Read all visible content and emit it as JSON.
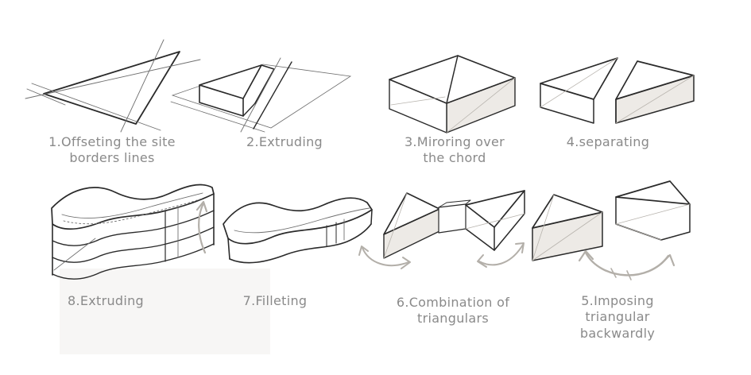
{
  "diagram": {
    "steps": [
      {
        "id": "1",
        "label": "1.Offseting the site\nborders lines",
        "sketch": "triangle-with-offset-border-lines"
      },
      {
        "id": "2",
        "label": "2.Extruding",
        "sketch": "extruded-triangle-on-ground-plane"
      },
      {
        "id": "3",
        "label": "3.Miroring over\nthe chord",
        "sketch": "box-split-by-chord-diagonal"
      },
      {
        "id": "4",
        "label": "4.separating",
        "sketch": "two-separated-triangular-prisms"
      },
      {
        "id": "5",
        "label": "5.Imposing\ntriangular\nbackwardly",
        "sketch": "two-prisms-with-flip-arrow"
      },
      {
        "id": "6",
        "label": "6.Combination of\ntriangulars",
        "sketch": "crossed-prisms-with-rotate-arrows"
      },
      {
        "id": "7",
        "label": "7.Filleting",
        "sketch": "filleted-bowtie-solid"
      },
      {
        "id": "8",
        "label": "8.Extruding",
        "sketch": "layered-wavy-extrusion-with-up-arrow"
      }
    ],
    "colors": {
      "background": "#ffffff",
      "text": "#8a8a8a",
      "sketch_stroke": "#2a2a2a",
      "shaded_face": "#edeae6",
      "arrow": "#b3afa9",
      "panel": "#f7f6f5"
    },
    "icons": {
      "up_arrow": "curved-up-arrow",
      "rotate_arrows": "curved-rotate-arrow-pair",
      "flip_arrow": "curved-double-headed-arrow"
    }
  }
}
